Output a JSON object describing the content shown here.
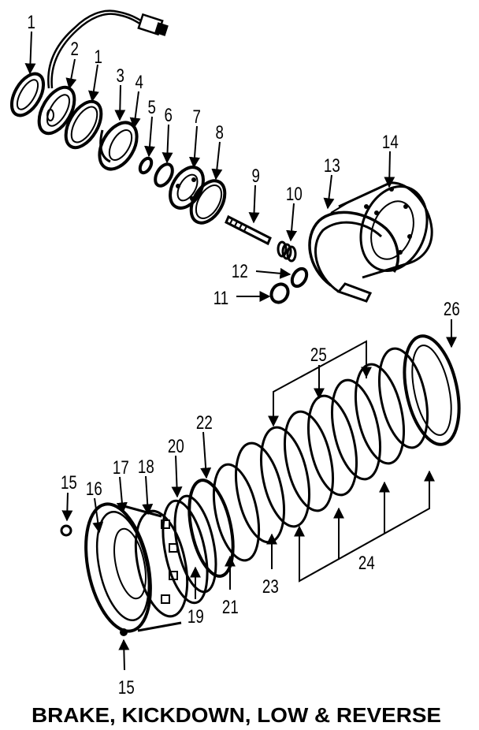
{
  "diagram": {
    "caption": "BRAKE, KICKDOWN, LOW & REVERSE",
    "callouts": [
      "1",
      "2",
      "1",
      "3",
      "4",
      "5",
      "6",
      "7",
      "8",
      "9",
      "10",
      "11",
      "12",
      "13",
      "14",
      "15",
      "16",
      "17",
      "18",
      "20",
      "22",
      "25",
      "26",
      "15",
      "19",
      "21",
      "23",
      "24"
    ]
  },
  "colors": {
    "ink": "#000000",
    "paper": "#ffffff"
  }
}
